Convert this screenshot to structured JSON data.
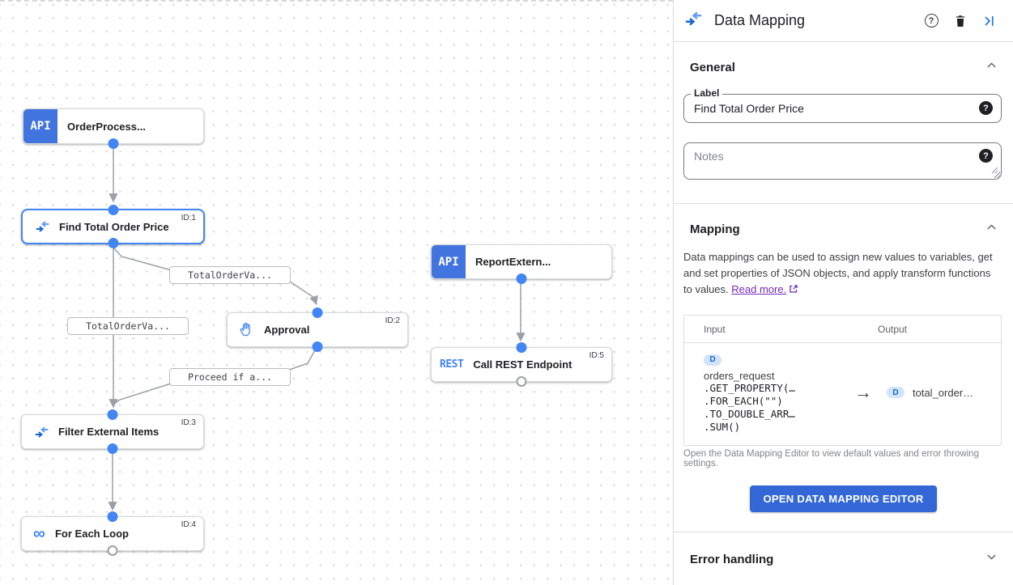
{
  "colors": {
    "accent_blue": "#1a73e8",
    "port_blue": "#4285f4",
    "api_badge_blue": "#4274e0",
    "button_blue": "#3367d6",
    "edge_gray": "#9aa0a6",
    "link_purple": "#7627bb",
    "d_badge_bg": "#d2e3fc",
    "d_badge_text": "#1967d2"
  },
  "canvas": {
    "nodes": [
      {
        "label": "OrderProcess...",
        "badge": "API"
      },
      {
        "label": "Find Total Order Price",
        "id_tag": "ID:1",
        "icon": "data-mapping-icon",
        "selected": true
      },
      {
        "label": "Approval",
        "id_tag": "ID:2",
        "icon": "hand-icon"
      },
      {
        "label": "Filter External Items",
        "id_tag": "ID:3",
        "icon": "data-mapping-icon"
      },
      {
        "label": "For Each Loop",
        "id_tag": "ID:4",
        "icon": "infinity-icon"
      },
      {
        "label": "ReportExtern...",
        "badge": "API"
      },
      {
        "label": "Call REST Endpoint",
        "id_tag": "ID:5",
        "badge": "REST"
      }
    ],
    "edge_labels": [
      {
        "text": "TotalOrderVa..."
      },
      {
        "text": "TotalOrderVa..."
      },
      {
        "text": "Proceed if a..."
      }
    ],
    "glyphs": {
      "infinity": "∞"
    }
  },
  "panel": {
    "title": "Data Mapping",
    "header_icons": [
      "help-icon",
      "delete-icon",
      "collapse-panel-icon"
    ],
    "general": {
      "title": "General"
    },
    "label_field": {
      "label": "Label",
      "value": "Find Total Order Price",
      "help": "?"
    },
    "notes_field": {
      "placeholder": "Notes",
      "help": "?"
    },
    "mapping": {
      "title": "Mapping",
      "description": "Data mappings can be used to assign new values to variables, get and set properties of JSON objects, and apply transform functions to values.",
      "read_more": "Read more.",
      "table": {
        "input_header": "Input",
        "output_header": "Output",
        "row": {
          "input_badge": "D",
          "input_var": "orders_request",
          "input_fns": [
            ".GET_PROPERTY(…",
            ".FOR_EACH(\"\")",
            ".TO_DOUBLE_ARR…",
            ".SUM()"
          ],
          "arrow_glyph": "→",
          "output_badge": "D",
          "output_var": "total_order…"
        }
      },
      "caption": "Open the Data Mapping Editor to view default values and error throwing settings.",
      "button": "OPEN DATA MAPPING EDITOR"
    },
    "error_handling": {
      "title": "Error handling"
    }
  }
}
